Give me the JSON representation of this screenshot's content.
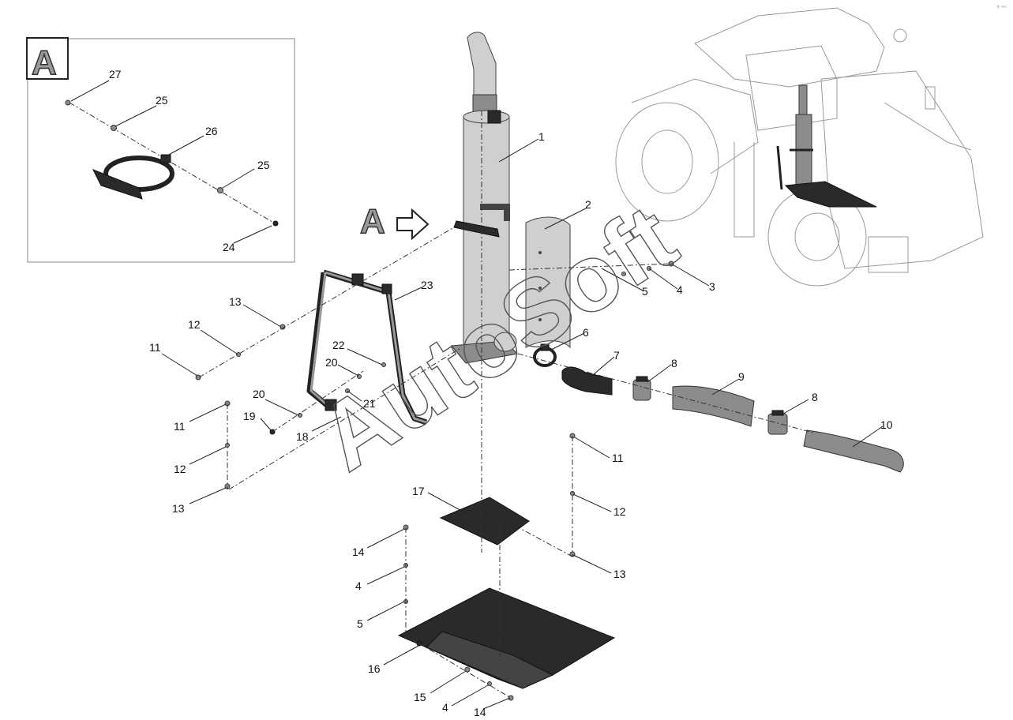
{
  "detail_view": {
    "letter": "A",
    "callouts": [
      "27",
      "25",
      "26",
      "25",
      "24"
    ]
  },
  "view_arrow": {
    "letter": "A"
  },
  "watermark": {
    "text": "AutoSoft"
  },
  "corner_tag": {
    "text": "⚙ ∞∞"
  },
  "callouts": {
    "c1": "1",
    "c2": "2",
    "c3": "3",
    "c4a": "4",
    "c5a": "5",
    "c6": "6",
    "c7": "7",
    "c8a": "8",
    "c9": "9",
    "c8b": "8",
    "c10": "10",
    "c23": "23",
    "c13a": "13",
    "c12a": "12",
    "c11a": "11",
    "c22": "22",
    "c20a": "20",
    "c21": "21",
    "c20b": "20",
    "c19": "19",
    "c18": "18",
    "c11b": "11",
    "c12b": "12",
    "c13b": "13",
    "c11c": "11",
    "c12c": "12",
    "c13c": "13",
    "c17": "17",
    "c14a": "14",
    "c4b": "4",
    "c5b": "5",
    "c16": "16",
    "c15": "15",
    "c4c": "4",
    "c14b": "14"
  }
}
